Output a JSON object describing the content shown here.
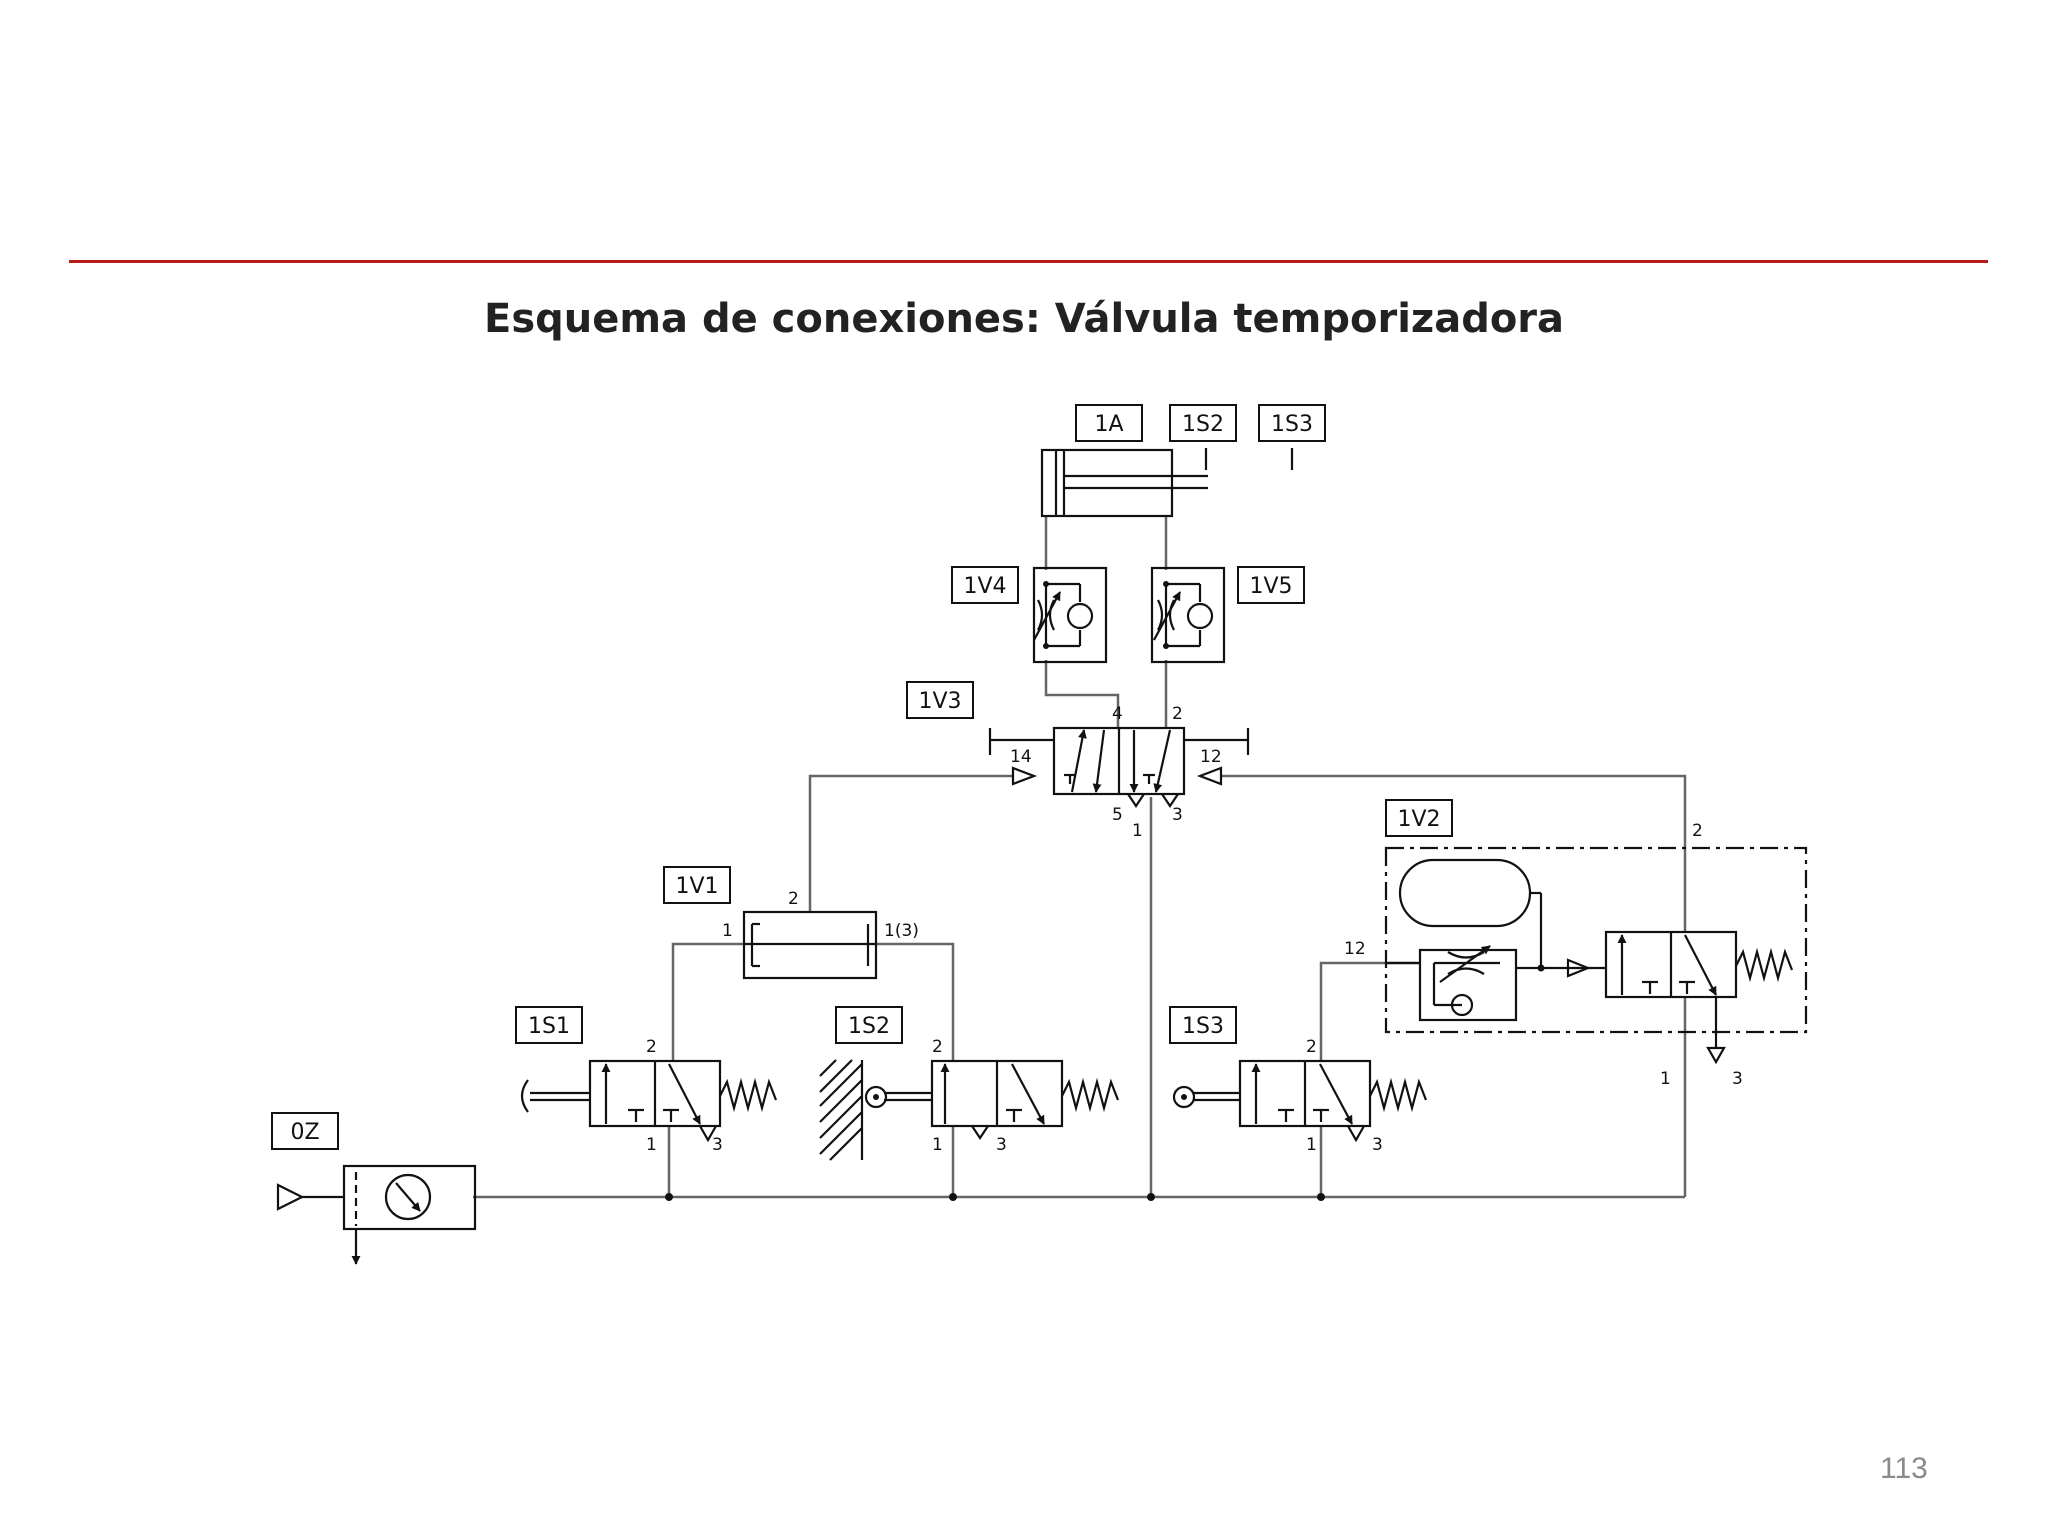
{
  "title": "Esquema de conexiones: Válvula temporizadora",
  "page_number": "113",
  "colors": {
    "rule": "#b71c1c",
    "ink": "#111111",
    "pipe": "#555555"
  },
  "labels": {
    "cyl_1a": "1A",
    "sensor_1s2_tag": "1S2",
    "sensor_1s3_tag": "1S3",
    "v_1v4": "1V4",
    "v_1v5": "1V5",
    "v_1v3": "1V3",
    "v_1v1": "1V1",
    "v_1v2": "1V2",
    "s_1s1": "1S1",
    "s_1s2": "1S2",
    "s_1s3": "1S3",
    "unit_0z": "0Z"
  },
  "ports": {
    "v3_4": "4",
    "v3_2": "2",
    "v3_14": "14",
    "v3_12": "12",
    "v3_5": "5",
    "v3_1": "1",
    "v3_3": "3",
    "v1_2": "2",
    "v1_1": "1",
    "v1_13": "1(3)",
    "s1_2": "2",
    "s1_1": "1",
    "s1_3": "3",
    "s2_2": "2",
    "s2_1": "1",
    "s2_3": "3",
    "s3_2": "2",
    "s3_1": "1",
    "s3_3": "3",
    "v2_12": "12",
    "v2_2": "2",
    "v2_1": "1",
    "v2_3": "3"
  }
}
